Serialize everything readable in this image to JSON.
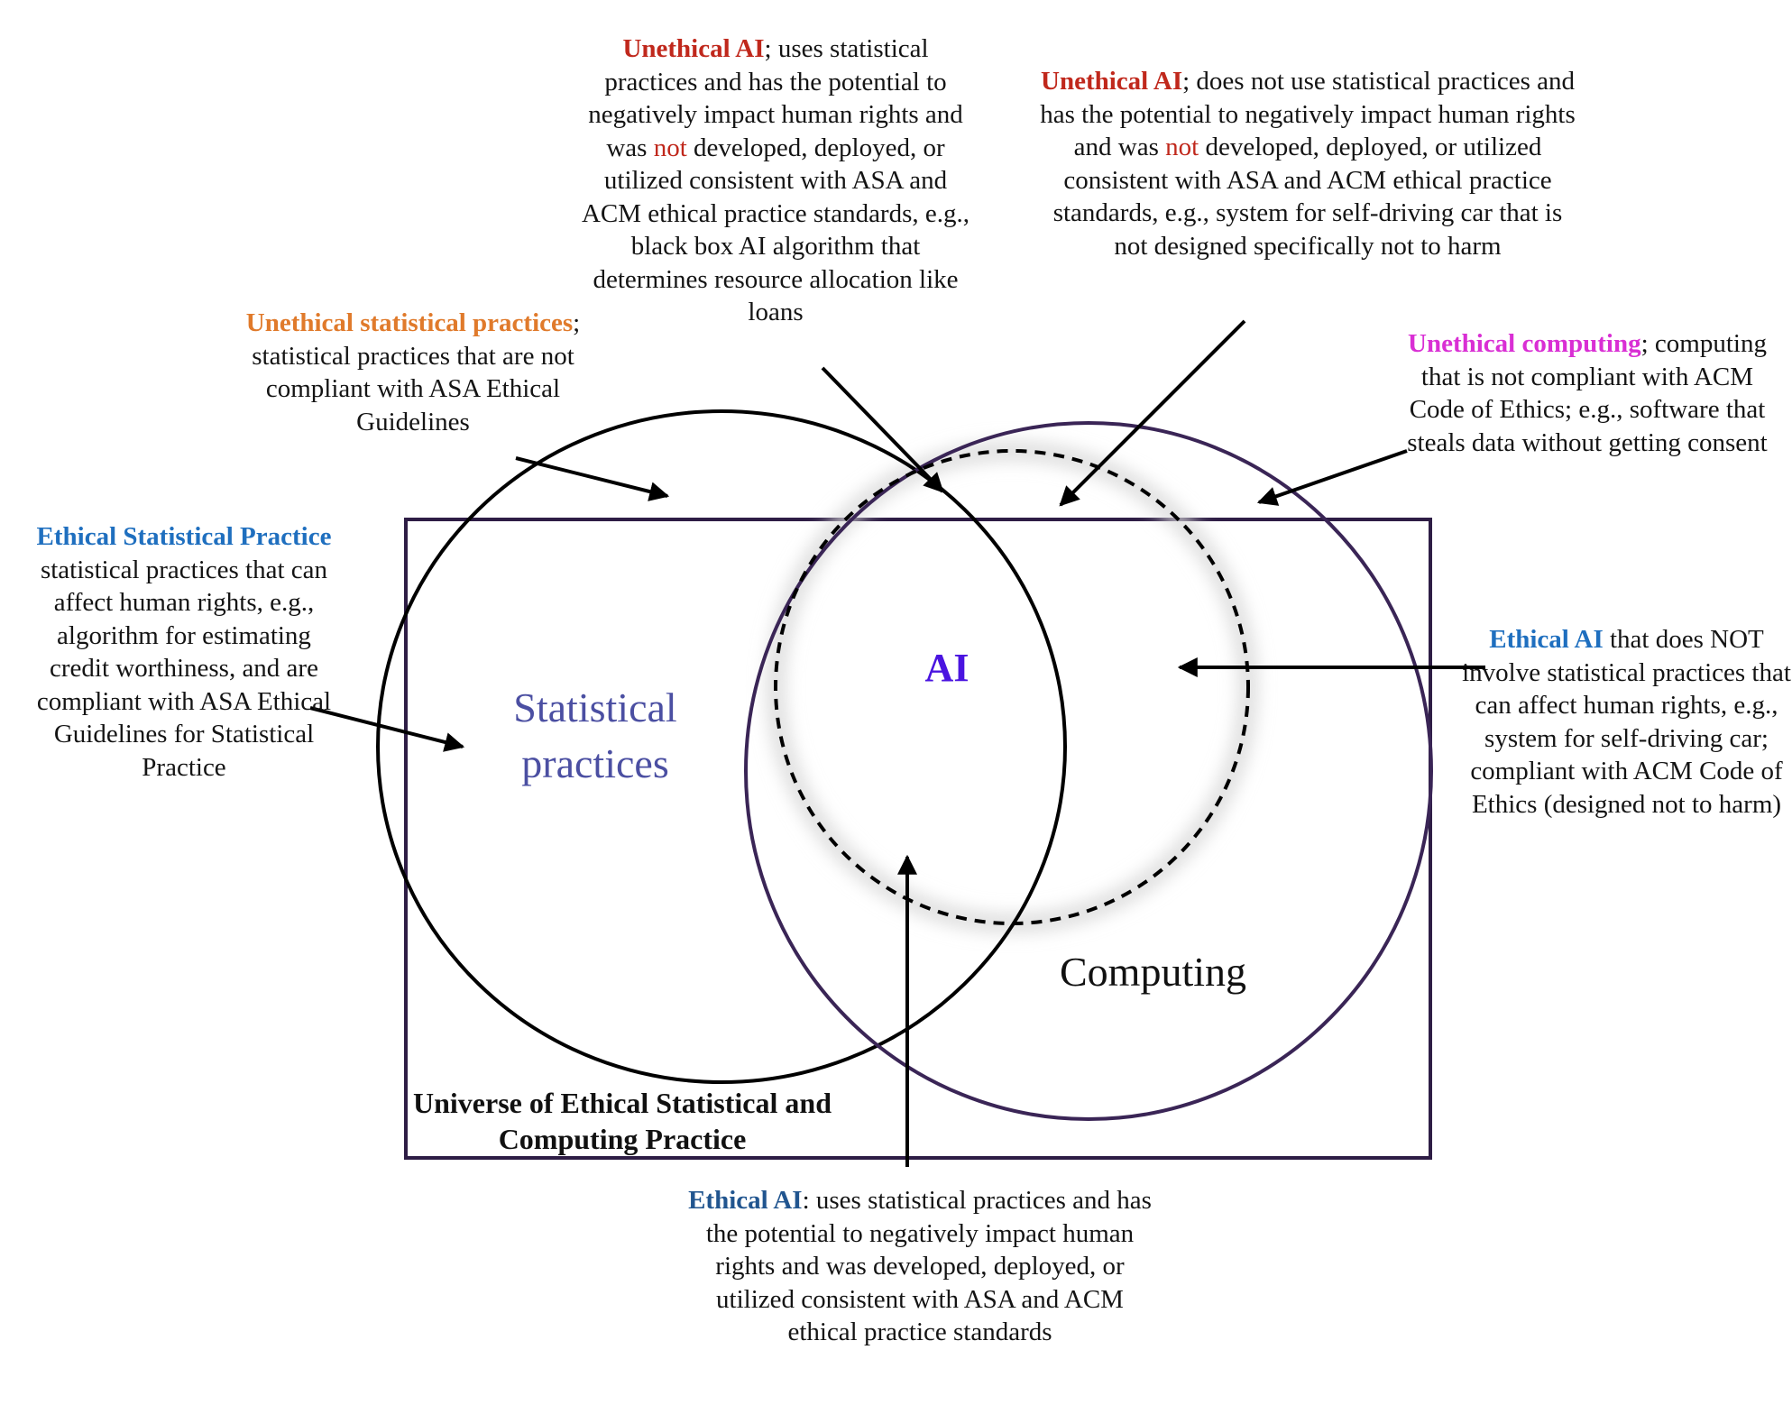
{
  "colors": {
    "unethical_ai": "#c0281c",
    "unethical_stat": "#e07a2b",
    "unethical_comp": "#d92fd4",
    "ethical": "#1f6fbf",
    "ethical_ai_bottom": "#21558f",
    "stat_label": "#4b4fa2",
    "ai_label": "#4a14e0",
    "computing_circle": "#3a2556",
    "universe_box": "#2e1d45"
  },
  "regions": {
    "statistical_practices_label": "Statistical practices",
    "ai_label": "AI",
    "computing_label": "Computing",
    "universe_label": "Universe of Ethical Statistical and Computing Practice"
  },
  "callouts": {
    "unethical_ai_stat": {
      "highlight": "Unethical AI",
      "text_before_not": "; uses statistical practices and has the potential to negatively impact human rights and was ",
      "not_word": "not",
      "text_after_not": " developed, deployed, or utilized consistent with ASA and ACM ethical practice standards, e.g., black box AI algorithm that determines resource allocation like loans"
    },
    "unethical_ai_nostat": {
      "highlight": "Unethical AI",
      "text_before_not": "; does not use statistical practices and has the potential to negatively impact human rights and was ",
      "not_word": "not",
      "text_after_not": " developed, deployed, or utilized consistent with ASA and ACM ethical practice standards, e.g., system for self-driving car that is not designed specifically not to harm"
    },
    "unethical_stat": {
      "highlight": "Unethical statistical practices",
      "text": "; statistical practices that are not compliant with ASA Ethical Guidelines"
    },
    "unethical_comp": {
      "highlight": "Unethical computing",
      "text": "; computing that is not compliant with ACM Code of Ethics; e.g., software that steals data without getting consent"
    },
    "ethical_stat": {
      "highlight": "Ethical Statistical Practice",
      "text": " statistical practices that can affect human rights, e.g., algorithm for estimating credit worthiness, and are compliant with ASA Ethical Guidelines for Statistical Practice"
    },
    "ethical_ai_nostat": {
      "highlight": "Ethical AI",
      "text": " that does NOT involve statistical practices that can affect human rights, e.g., system for self-driving car; compliant with ACM Code of Ethics (designed not to harm)"
    },
    "ethical_ai_stat": {
      "highlight": "Ethical AI",
      "text": ": uses statistical practices and has the potential to negatively impact human rights and was developed, deployed, or utilized consistent with ASA and ACM ethical practice standards"
    }
  }
}
